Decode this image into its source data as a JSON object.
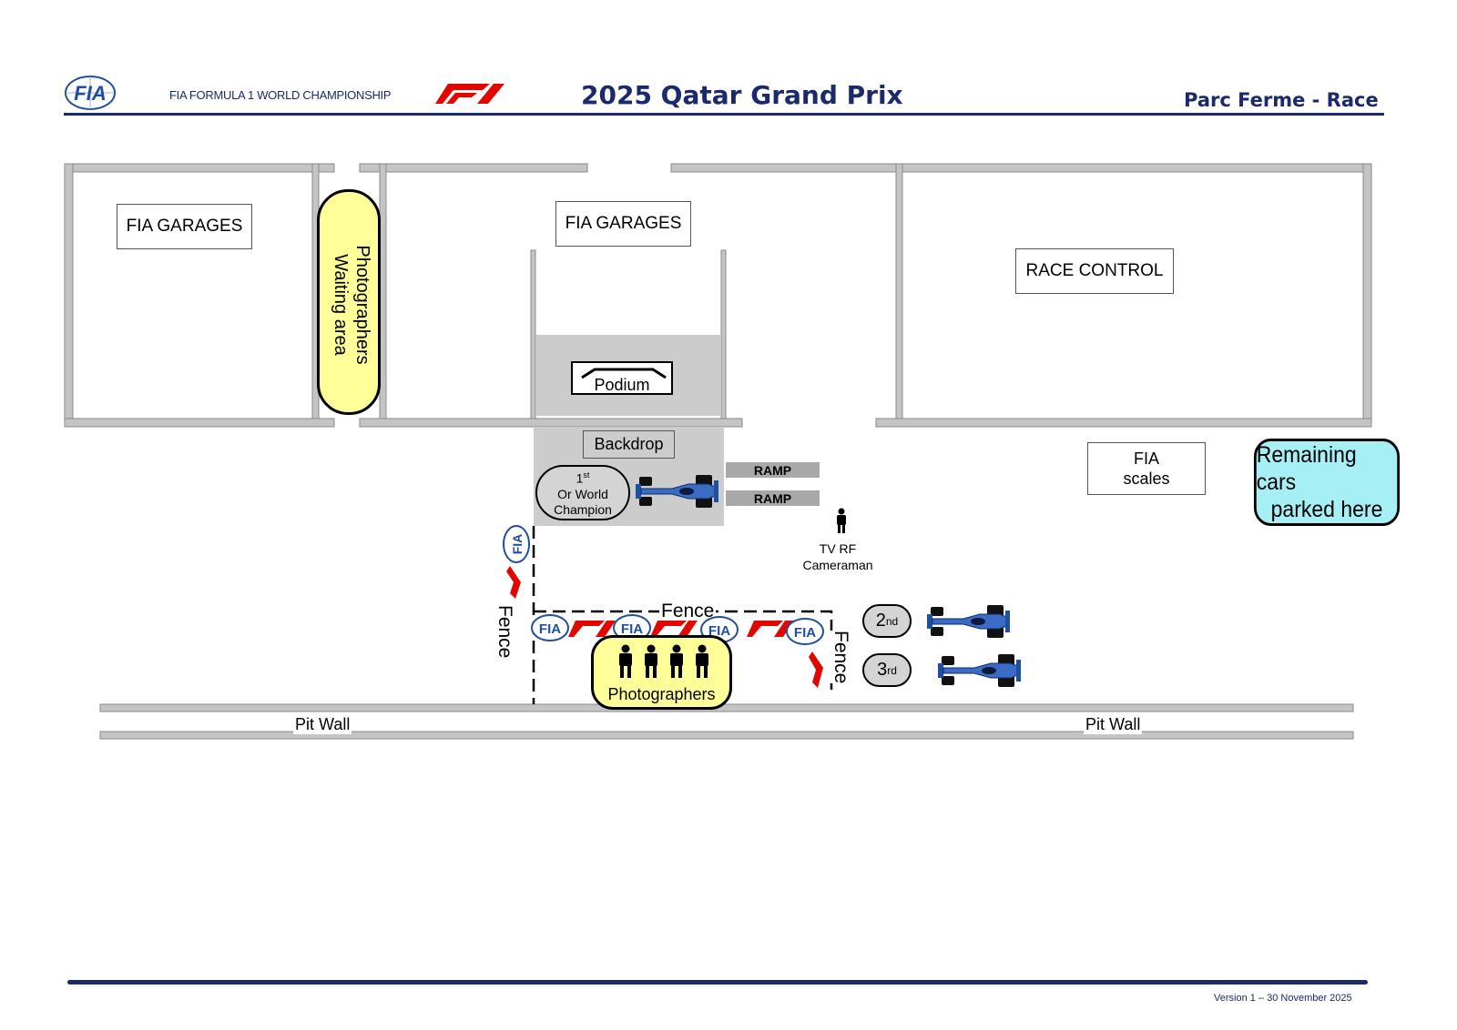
{
  "header": {
    "championship": "FIA FORMULA 1 WORLD CHAMPIONSHIP",
    "title": "2025 Qatar Grand Prix",
    "subtitle": "Parc Ferme - Race",
    "fia_logo_text": "FIA"
  },
  "labels": {
    "fia_garages_left": "FIA GARAGES",
    "fia_garages_center": "FIA GARAGES",
    "race_control": "RACE CONTROL",
    "photographers_waiting_line1": "Photographers",
    "photographers_waiting_line2": "Waiting area",
    "podium": "Podium",
    "backdrop": "Backdrop",
    "ramp_1": "RAMP",
    "ramp_2": "RAMP",
    "first_place": "1",
    "first_place_suffix": "st",
    "first_place_line2": "Or World",
    "first_place_line3": "Champion",
    "second_place": "2",
    "second_place_suffix": "nd",
    "third_place": "3",
    "third_place_suffix": "rd",
    "tv_line1": "TV RF",
    "tv_line2": "Cameraman",
    "fia_scales_line1": "FIA",
    "fia_scales_line2": "scales",
    "remaining_cars_line1": "Remaining cars",
    "remaining_cars_line2": "parked here",
    "fence_top": "Fence",
    "fence_left": "Fence",
    "fence_right": "Fence",
    "photographers": "Photographers",
    "pit_wall_left": "Pit Wall",
    "pit_wall_right": "Pit Wall"
  },
  "footer": {
    "version": "Version 1 – 30 November 2025"
  },
  "colors": {
    "header_blue": "#1b2a6b",
    "fia_blue": "#1f4fa0",
    "f1_red": "#e10600",
    "yellow_area": "#ffff99",
    "cyan_area": "#a6f0f5",
    "grey_area": "#cccccc"
  }
}
